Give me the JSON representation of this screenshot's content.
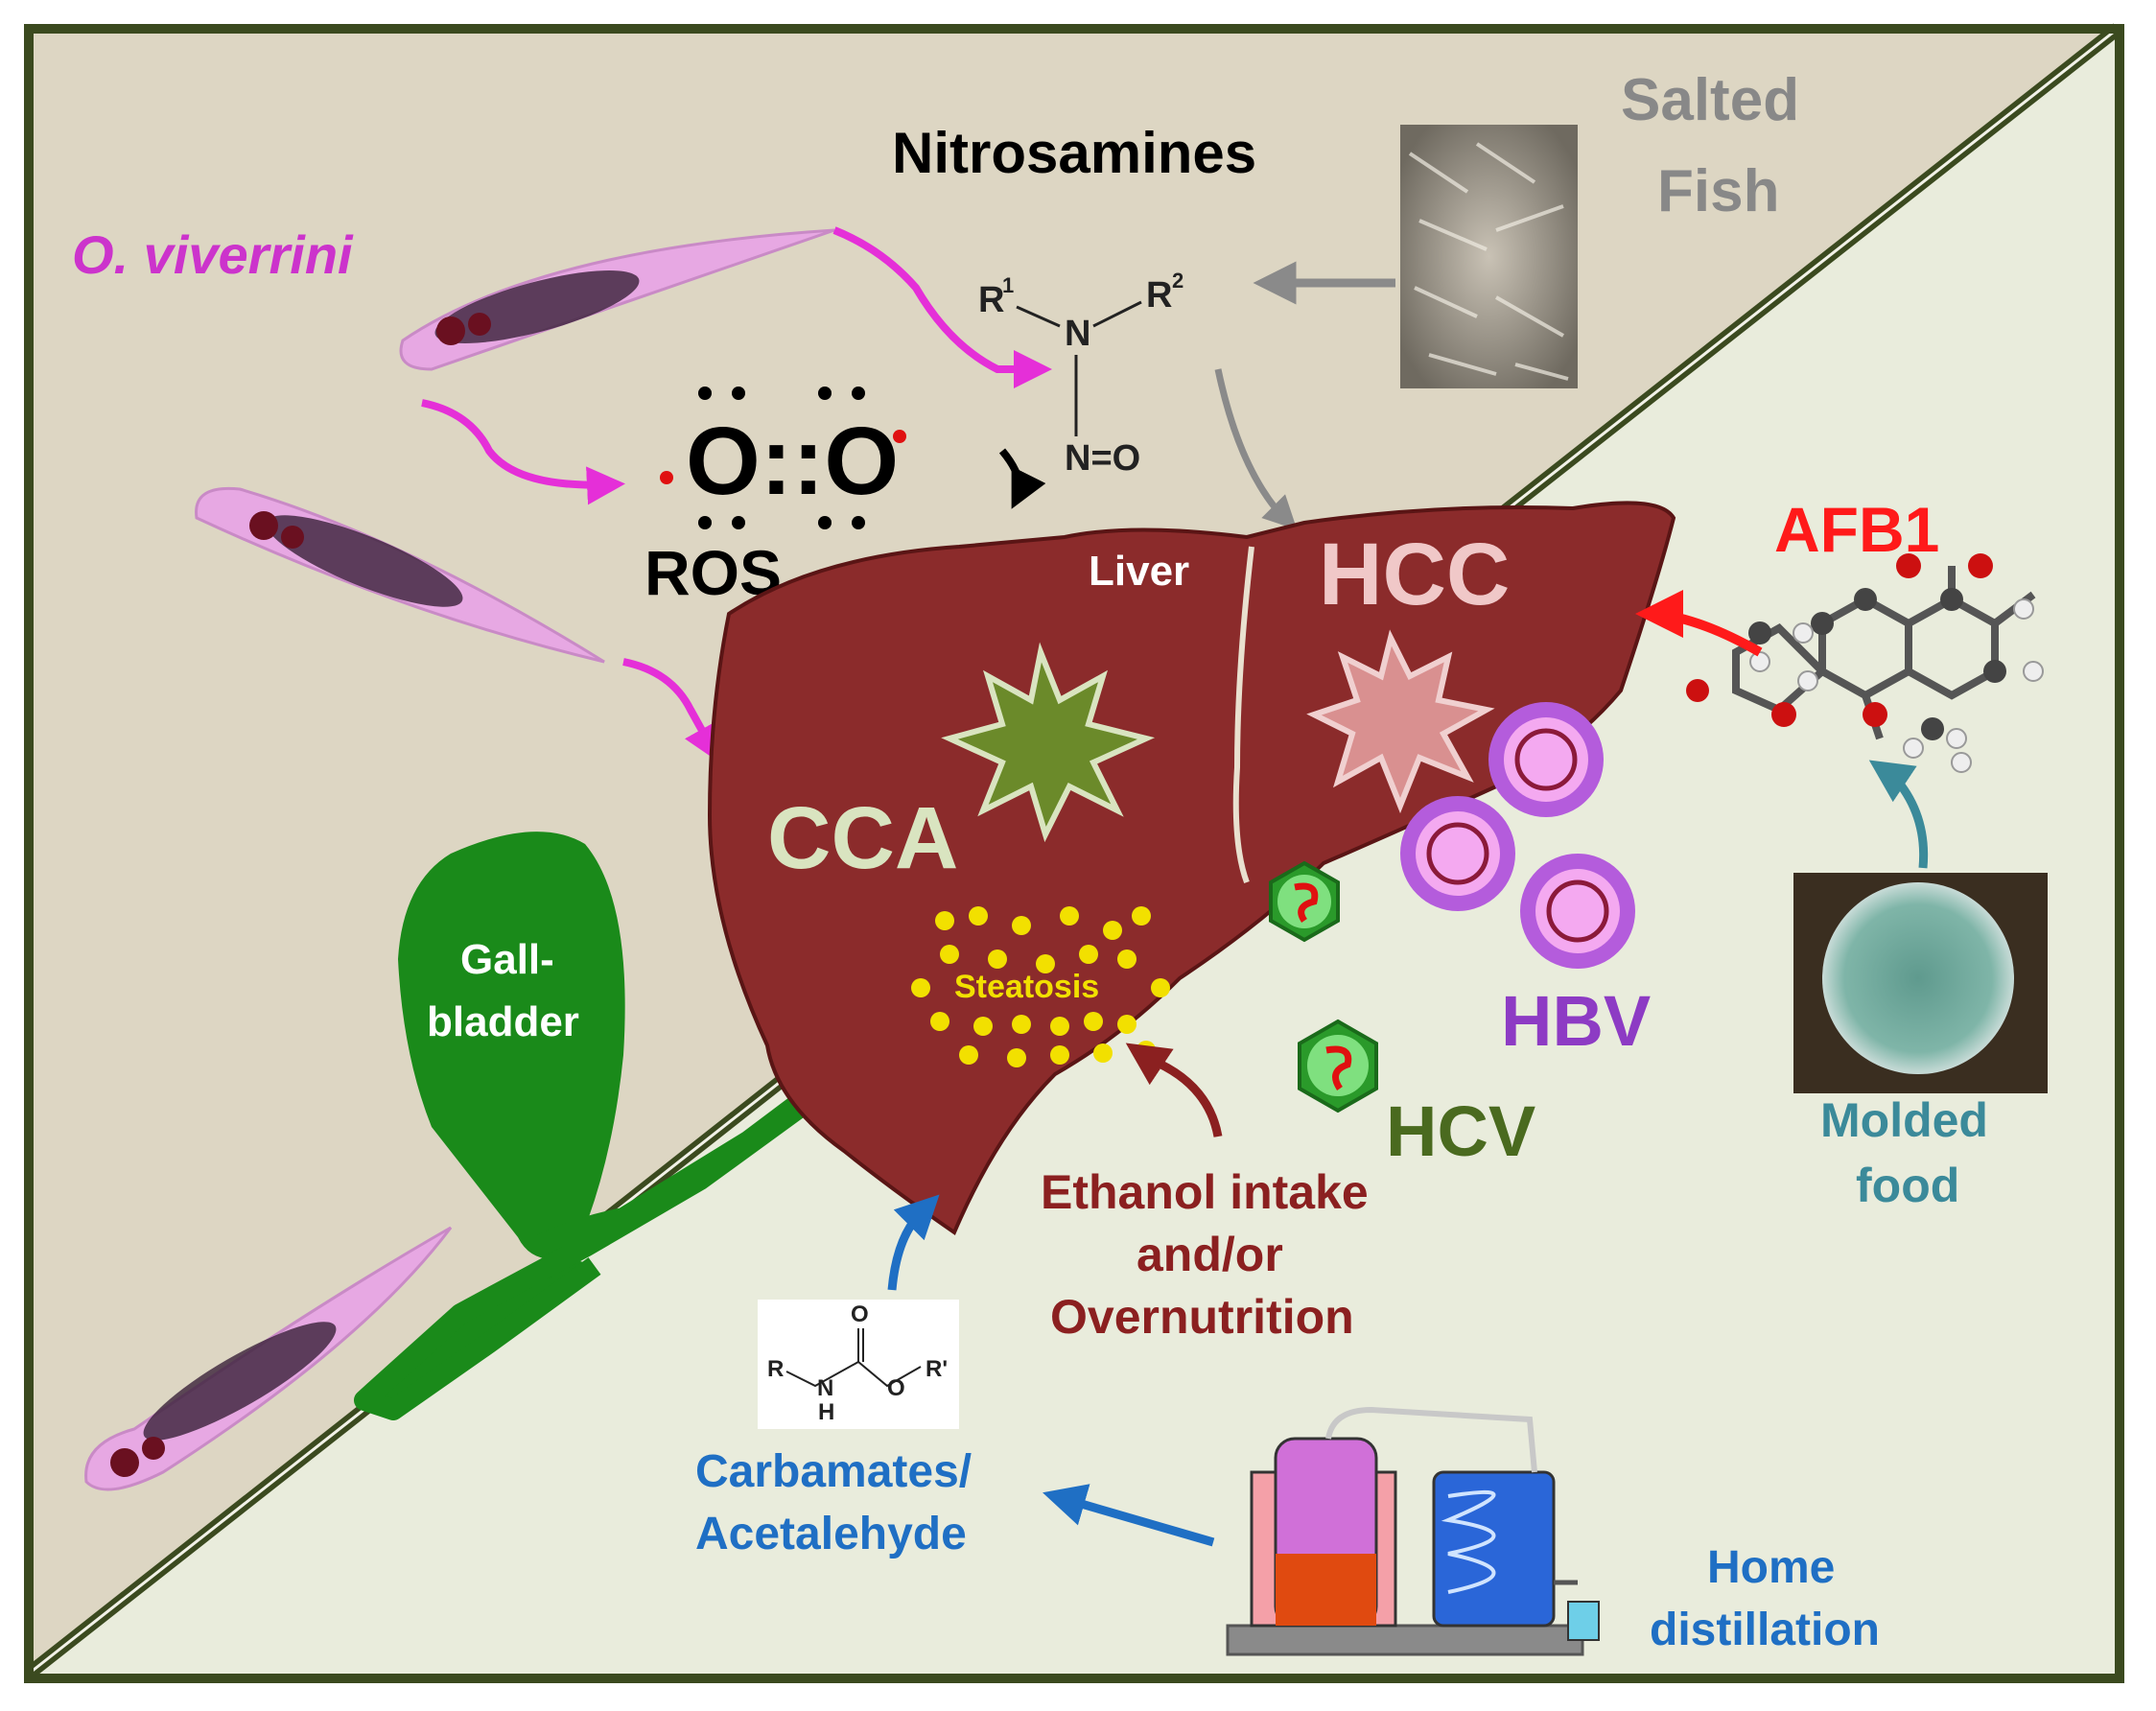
{
  "labels": {
    "o_viverrini": "O. viverrini",
    "nitrosamines": "Nitrosamines",
    "salted_fish_line1": "Salted",
    "salted_fish_line2": "Fish",
    "ros": "ROS",
    "liver": "Liver",
    "hcc": "HCC",
    "cca": "CCA",
    "steatosis": "Steatosis",
    "afb1": "AFB1",
    "gallbladder_line1": "Gall-",
    "gallbladder_line2": "bladder",
    "hbv": "HBV",
    "hcv": "HCV",
    "ethanol_line1": "Ethanol intake",
    "ethanol_line2": "and/or",
    "ethanol_line3": "Overnutrition",
    "molded_line1": "Molded",
    "molded_line2": "food",
    "carbamates_line1": "Carbamates/",
    "carbamates_line2": "Acetalehyde",
    "home_line1": "Home",
    "home_line2": "distillation"
  },
  "chem": {
    "r1": "R",
    "sup1": "1",
    "r2": "R",
    "sup2": "2",
    "n_atom": "N",
    "n_o": "N=O",
    "dioxygen": "O::O",
    "carb_r": "R",
    "carb_n": "N",
    "carb_h": "H",
    "carb_o_top": "O",
    "carb_o_mid": "O",
    "carb_r2": "R'"
  },
  "colors": {
    "upper_bg": "#ddd6c3",
    "lower_bg": "#e9ecdc",
    "frame": "#3b4a1f",
    "liver": "#8b2b2b",
    "magenta_arrow": "#e52fd8",
    "ovi_text": "#cc33cc",
    "salted": "#888888",
    "afb1": "#ff1a1a",
    "gallbladder": "#1a8a1a",
    "hbv": "#8d3bc4",
    "hcv": "#4a6a1f",
    "ethanol": "#8b2020",
    "molded": "#3b8a9a",
    "carbamates": "#1f6fc4",
    "cca_text": "#d9e4c0",
    "hcc_text": "#f0c8c8",
    "steatosis": "#f2e000"
  }
}
